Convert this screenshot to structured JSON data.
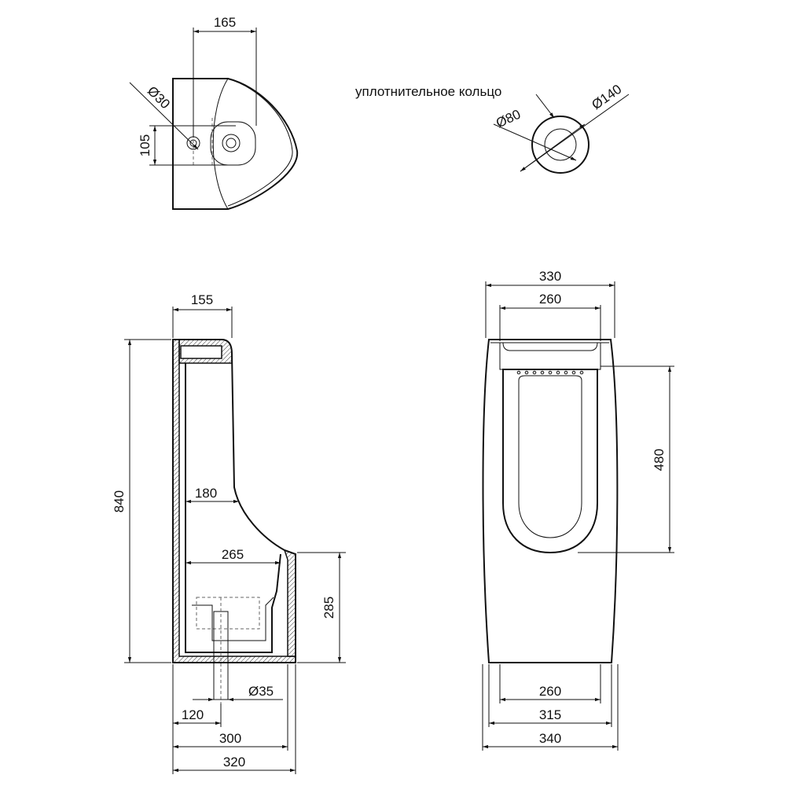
{
  "drawing": {
    "top_view": {
      "dim_165": "165",
      "dim_105": "105",
      "dim_dia30": "Ø30"
    },
    "seal_ring": {
      "label": "уплотнительное кольцо",
      "dim_dia80": "Ø80",
      "dim_dia140": "Ø140"
    },
    "side_view": {
      "dim_155": "155",
      "dim_840": "840",
      "dim_180": "180",
      "dim_265": "265",
      "dim_285": "285",
      "dim_dia35": "Ø35",
      "dim_120": "120",
      "dim_300": "300",
      "dim_320": "320"
    },
    "front_view": {
      "dim_330": "330",
      "dim_260_top": "260",
      "dim_480": "480",
      "dim_260_bottom": "260",
      "dim_315": "315",
      "dim_340": "340"
    }
  }
}
